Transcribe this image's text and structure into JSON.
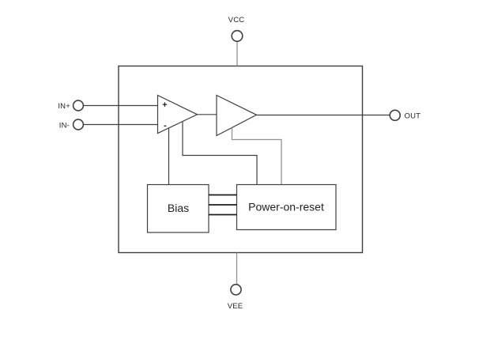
{
  "diagram": {
    "type": "ic-block-diagram",
    "pins": {
      "vcc": {
        "label": "VCC"
      },
      "vee": {
        "label": "VEE"
      },
      "in_plus": {
        "label": "IN+"
      },
      "in_minus": {
        "label": "IN-"
      },
      "out": {
        "label": "OUT"
      }
    },
    "comparator": {
      "plus_sign": "+",
      "minus_sign": "-"
    },
    "blocks": {
      "bias": {
        "label": "Bias"
      },
      "power_on_reset": {
        "label": "Power-on-reset"
      }
    }
  },
  "colors": {
    "shape_outline": "#3f3f3f",
    "wire_dark": "#404040",
    "wire_gray": "#919191",
    "bus_line": "#1c1c1c",
    "label_text": "#1f1f1f",
    "terminal_fill": "#ffffff",
    "background": "#ffffff"
  }
}
